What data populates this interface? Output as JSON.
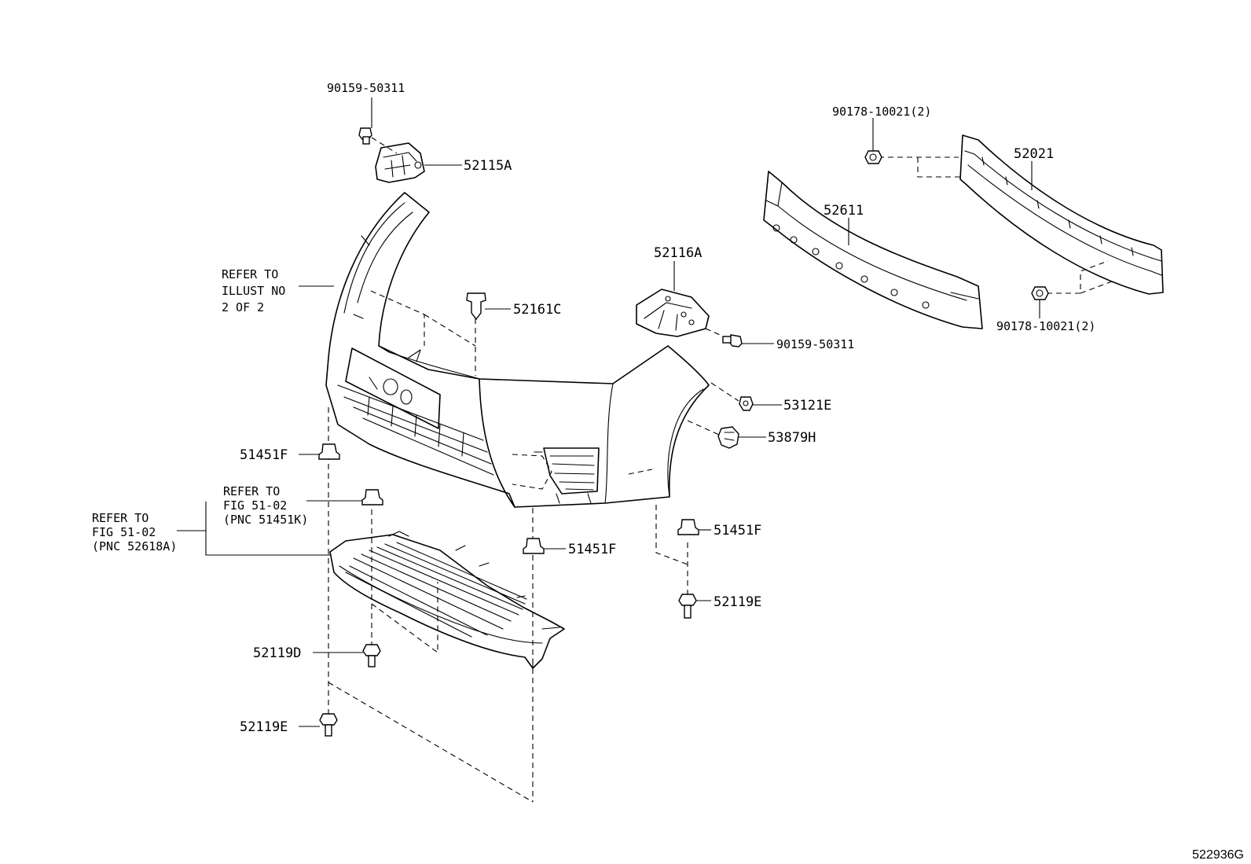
{
  "diagram_id": "522936G",
  "callouts": {
    "bolt_top_left": "90159-50311",
    "bracket_left": "52115A",
    "bracket_right": "52116A",
    "bolt_right_bracket": "90159-50311",
    "clip_upper": "52161C",
    "reinforcement": "52021",
    "absorber": "52611",
    "nut_top": "90178-10021(2)",
    "nut_bottom": "90178-10021(2)",
    "clip_53121": "53121E",
    "retainer_53879": "53879H",
    "clip_left": "51451F",
    "clip_center": "51451F",
    "clip_right": "51451F",
    "screw_right": "52119E",
    "screw_center": "52119D",
    "screw_bottom": "52119E"
  },
  "notes": {
    "illust": [
      "REFER TO",
      "ILLUST NO",
      "2 OF 2"
    ],
    "fig_inner": [
      "REFER TO",
      "FIG 51-02",
      "(PNC 51451K)"
    ],
    "fig_outer": [
      "REFER TO",
      "FIG 51-02",
      "(PNC 52618A)"
    ]
  }
}
